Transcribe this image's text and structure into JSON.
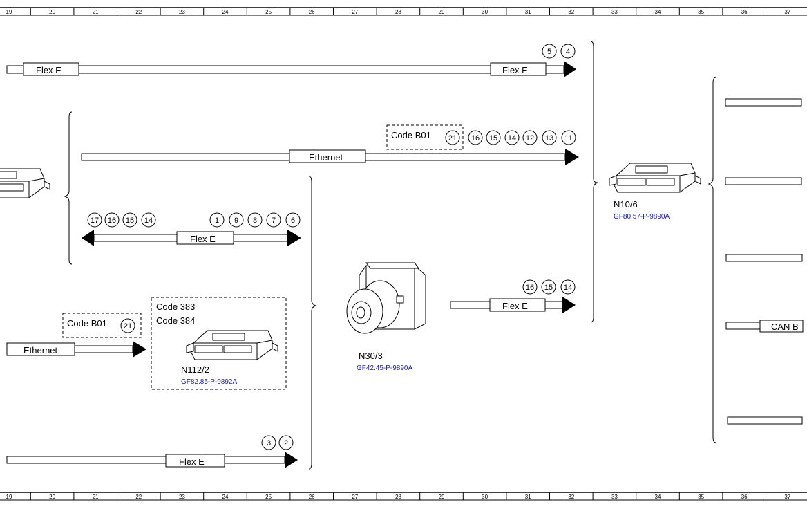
{
  "ruler": {
    "first_label": "19",
    "columns": [
      "20",
      "21",
      "22",
      "23",
      "24",
      "25",
      "26",
      "27",
      "28",
      "29",
      "30",
      "31",
      "32",
      "33",
      "34",
      "35",
      "36",
      "37"
    ]
  },
  "bus_labels": {
    "flex_e": "Flex E",
    "ethernet": "Ethernet",
    "can_b": "CAN B"
  },
  "codes": {
    "code_b01": "Code B01",
    "code_383": "Code 383",
    "code_384": "Code 384"
  },
  "connector_numbers": {
    "top_flex": [
      "5",
      "4"
    ],
    "eth_main": [
      "21",
      "16",
      "15",
      "14",
      "12",
      "13",
      "11"
    ],
    "left_flex": [
      "17",
      "16",
      "15",
      "14"
    ],
    "right_flex": [
      "1",
      "9",
      "8",
      "7",
      "6"
    ],
    "mid_flex": [
      "16",
      "15",
      "14"
    ],
    "code_b01_left": [
      "21"
    ],
    "bottom_flex": [
      "3",
      "2"
    ]
  },
  "components": {
    "n10_6": {
      "name": "N10/6",
      "ref": "GF80.57-P-9890A"
    },
    "n30_3": {
      "name": "N30/3",
      "ref": "GF42.45-P-9890A"
    },
    "n112_2": {
      "name": "N112/2",
      "ref": "GF82.85-P-9892A"
    }
  },
  "colors": {
    "line": "#000000",
    "reference_link": "#1a1acc"
  }
}
